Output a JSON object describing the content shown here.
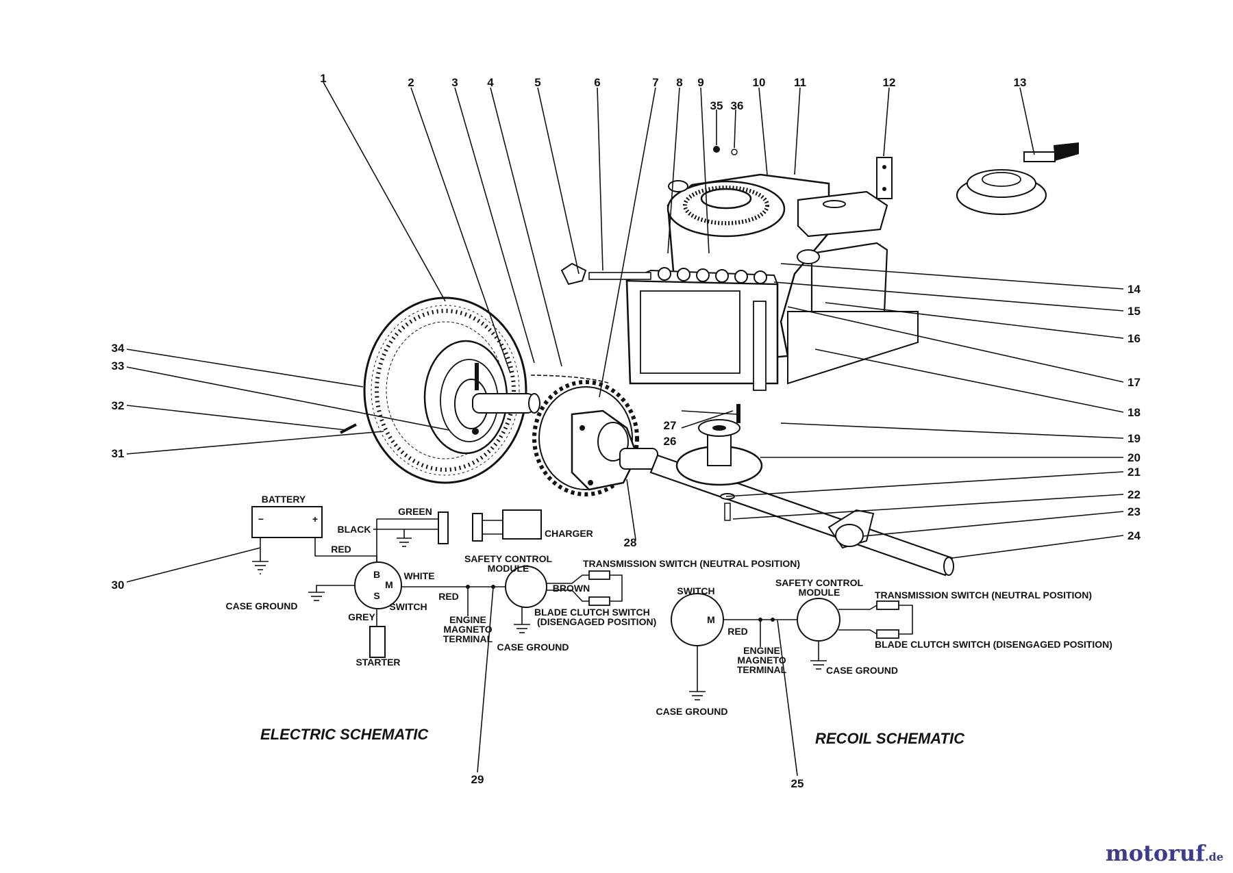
{
  "part_numbers": [
    "1",
    "2",
    "3",
    "4",
    "5",
    "6",
    "7",
    "8",
    "9",
    "10",
    "11",
    "12",
    "13",
    "14",
    "15",
    "16",
    "17",
    "18",
    "19",
    "20",
    "21",
    "22",
    "23",
    "24",
    "25",
    "26",
    "27",
    "28",
    "29",
    "30",
    "31",
    "32",
    "33",
    "34",
    "35",
    "36"
  ],
  "electric_schematic": {
    "title": "ELECTRIC SCHEMATIC",
    "battery": "BATTERY",
    "minus": "−",
    "plus": "+",
    "green": "GREEN",
    "black": "BLACK",
    "charger": "CHARGER",
    "red": "RED",
    "white": "WHITE",
    "terminal_b": "B",
    "terminal_m": "M",
    "terminal_s": "S",
    "switch": "SWITCH",
    "case_ground": "CASE GROUND",
    "grey": "GREY",
    "starter": "STARTER",
    "red2": "RED",
    "engine": "ENGINE",
    "magneto": "MAGNETO",
    "terminal": "TERMINAL",
    "safety": "SAFETY CONTROL",
    "module": "MODULE",
    "brown": "BROWN",
    "transmission_switch": "TRANSMISSION SWITCH (NEUTRAL POSITION)",
    "blade_switch": "BLADE CLUTCH SWITCH",
    "blade_position": "(DISENGAGED POSITION)",
    "module_ground": "CASE GROUND"
  },
  "recoil_schematic": {
    "title": "RECOIL SCHEMATIC",
    "switch": "SWITCH",
    "terminal_m": "M",
    "red": "RED",
    "engine": "ENGINE",
    "magneto": "MAGNETO",
    "terminal": "TERMINAL",
    "safety": "SAFETY CONTROL",
    "module": "MODULE",
    "transmission_switch": "TRANSMISSION SWITCH (NEUTRAL POSITION)",
    "blade_switch": "BLADE CLUTCH SWITCH (DISENGAGED POSITION)",
    "case_ground": "CASE GROUND",
    "switch_ground": "CASE GROUND"
  },
  "watermark": {
    "brand": "motoruf",
    "tld": ".de",
    "brand_color": "#3b3b8f",
    "dot_color": "#d23b1f"
  }
}
